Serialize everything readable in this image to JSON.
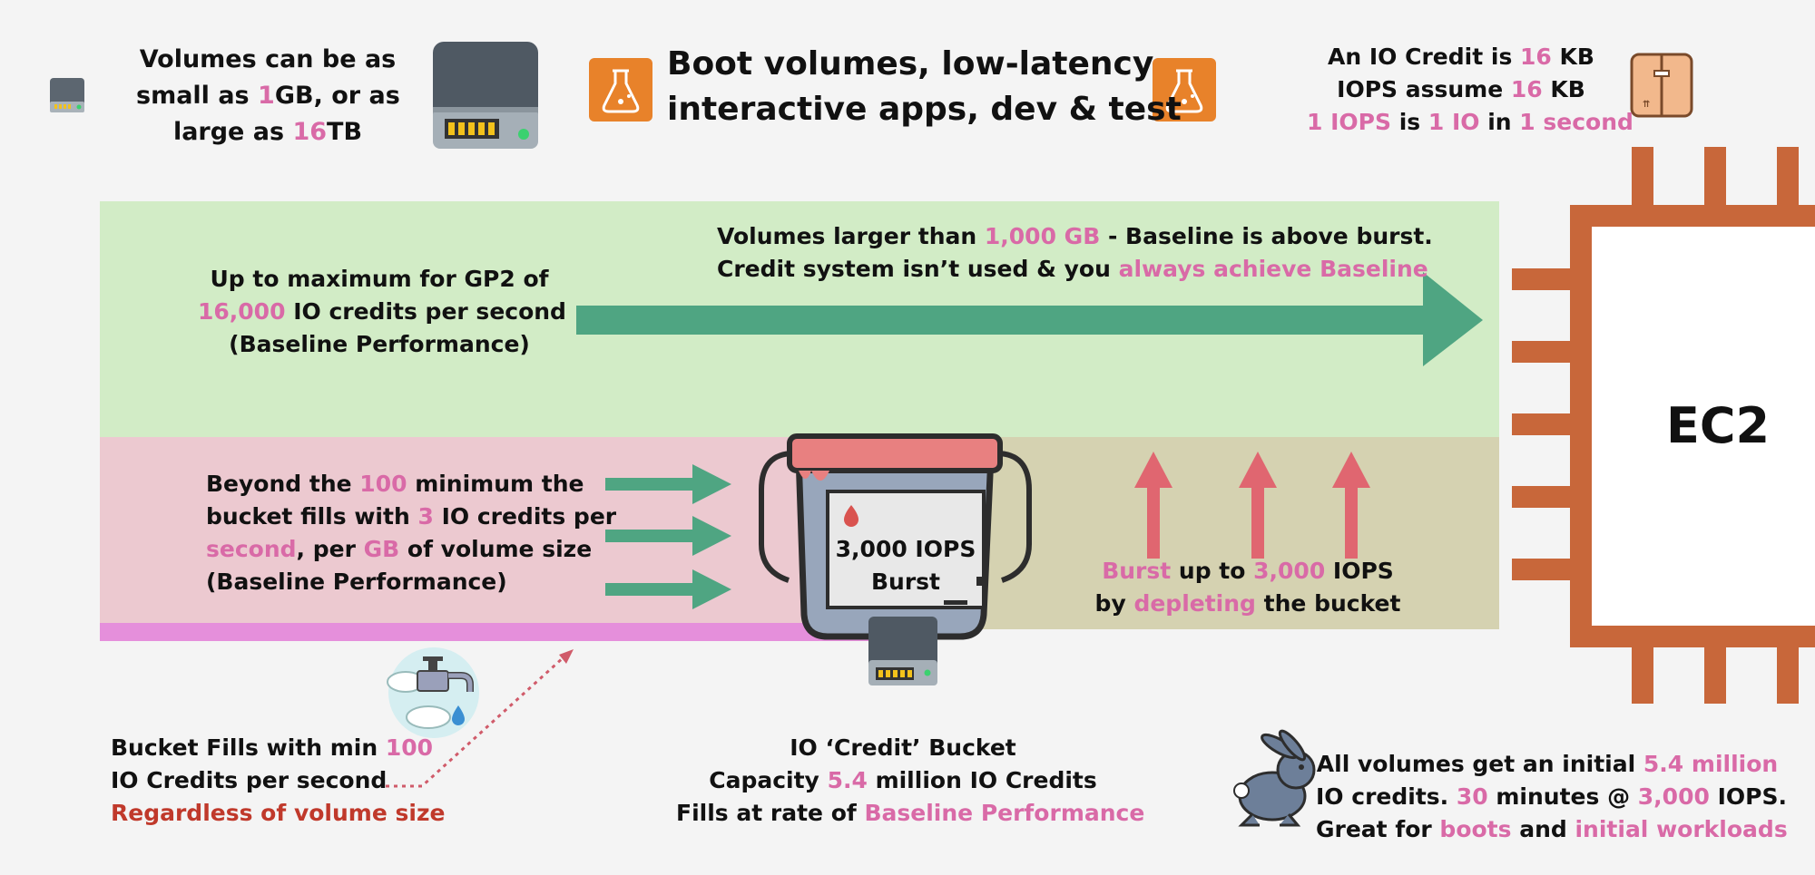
{
  "top_left": {
    "line1": "Volumes can be as",
    "line2_pre": "small as ",
    "line2_hl": "1",
    "line2_post": "GB, or as",
    "line3_pre": "large as ",
    "line3_hl": "16",
    "line3_post": "TB"
  },
  "title": {
    "line1": "Boot volumes, low-latency",
    "line2": "interactive apps, dev & test"
  },
  "top_right": {
    "l1_pre": "An IO Credit is ",
    "l1_hl": "16",
    "l1_post": " KB",
    "l2_pre": "IOPS assume ",
    "l2_hl": "16",
    "l2_post": " KB",
    "l3_a": "1 IOPS",
    "l3_b": " is ",
    "l3_c": "1 IO",
    "l3_d": " in ",
    "l3_e": "1 second"
  },
  "green_band": {
    "left_l1": "Up to maximum for GP2 of",
    "left_l2_hl": "16,000",
    "left_l2_post": " IO credits per second",
    "left_l3": "(Baseline Performance)",
    "right_l1_pre": "Volumes larger than ",
    "right_l1_hl": "1,000 GB",
    "right_l1_post": " - Baseline is above burst.",
    "right_l2_pre": "Credit system isn’t used & you ",
    "right_l2_hl": "always achieve Baseline"
  },
  "pink_band": {
    "l1_pre": "Beyond the ",
    "l1_hl": "100",
    "l1_post": " minimum the",
    "l2_pre": "bucket fills with ",
    "l2_hl": "3",
    "l2_post": " IO credits per",
    "l3_hl1": "second",
    "l3_mid": ", per ",
    "l3_hl2": "GB",
    "l3_post": " of volume size",
    "l4": "(Baseline Performance)"
  },
  "bucket": {
    "label1": "3,000 IOPS",
    "label2": "Burst"
  },
  "olive_band": {
    "l1_hl1": "Burst",
    "l1_mid": " up to ",
    "l1_hl2": "3,000",
    "l1_post": " IOPS",
    "l2_pre": "by ",
    "l2_hl": "depleting",
    "l2_post": " the bucket"
  },
  "ec2": {
    "label": "EC2"
  },
  "bottom_left": {
    "l1_pre": "Bucket Fills with min ",
    "l1_hl": "100",
    "l2": "IO Credits per second",
    "l3": "Regardless of volume  size"
  },
  "bottom_center": {
    "l1": "IO ‘Credit’ Bucket",
    "l2_pre": "Capacity ",
    "l2_hl": "5.4",
    "l2_post": " million IO Credits",
    "l3_pre": "Fills at rate of ",
    "l3_hl": "Baseline Performance"
  },
  "bottom_right": {
    "l1_pre": "All volumes get an initial ",
    "l1_hl": "5.4 million",
    "l2_pre": "IO credits. ",
    "l2_hl1": "30",
    "l2_mid": " minutes @ ",
    "l2_hl2": "3,000",
    "l2_post": " IOPS.",
    "l3_pre": "Great for ",
    "l3_hl1": "boots",
    "l3_mid": " and ",
    "l3_hl2": "initial workloads"
  },
  "icons": [
    "small-hard-drive-icon",
    "large-hard-drive-icon",
    "flask-icon",
    "flask-icon",
    "storage-box-icon",
    "ec2-chip-icon",
    "right-arrow-icon",
    "bucket-icon",
    "water-drop-icon",
    "faucet-icon",
    "rabbit-icon"
  ],
  "colors": {
    "highlight": "#d96aa7",
    "warning": "#c0392b",
    "green_band": "#d2ecc6",
    "pink_band": "#ecc9d0",
    "olive_band": "#d5d2b1",
    "purple_strip": "#e58fdb",
    "arrow_green": "#4fa582",
    "arrow_red": "#e06670",
    "ec2_orange": "#c8673a"
  }
}
